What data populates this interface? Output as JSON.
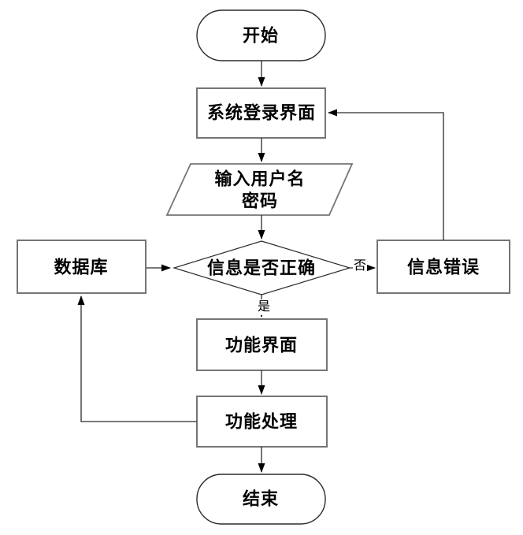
{
  "diagram": {
    "type": "flowchart",
    "background": "#ffffff",
    "colors": {
      "process_border": "#757575",
      "terminator_border": "#2b2b2b",
      "decision_border": "#2b2b2b",
      "connector": "#2b2b2b",
      "arrowhead": "#000000",
      "text": "#000000",
      "shape_fill": "#ffffff"
    },
    "nodes": {
      "start": {
        "type": "terminator",
        "label": "开始"
      },
      "login": {
        "type": "process",
        "label": "系统登录界面"
      },
      "input": {
        "type": "io",
        "label_line1": "输入用户名",
        "label_line2": "密码"
      },
      "decision": {
        "type": "decision",
        "label": "信息是否正确"
      },
      "database": {
        "type": "process",
        "label": "数据库"
      },
      "error": {
        "type": "process",
        "label": "信息错误"
      },
      "func_ui": {
        "type": "process",
        "label": "功能界面"
      },
      "func_proc": {
        "type": "process",
        "label": "功能处理"
      },
      "end": {
        "type": "terminator",
        "label": "结束"
      }
    },
    "edges": [
      {
        "from": "start",
        "to": "login"
      },
      {
        "from": "login",
        "to": "input"
      },
      {
        "from": "input",
        "to": "decision"
      },
      {
        "from": "database",
        "to": "decision"
      },
      {
        "from": "decision",
        "to": "error",
        "label": "否"
      },
      {
        "from": "decision",
        "to": "func_ui",
        "label": "是"
      },
      {
        "from": "error",
        "to": "login"
      },
      {
        "from": "func_ui",
        "to": "func_proc"
      },
      {
        "from": "func_proc",
        "to": "end"
      },
      {
        "from": "func_proc",
        "to": "database"
      }
    ],
    "edge_labels": {
      "yes": "是",
      "no": "否"
    }
  }
}
